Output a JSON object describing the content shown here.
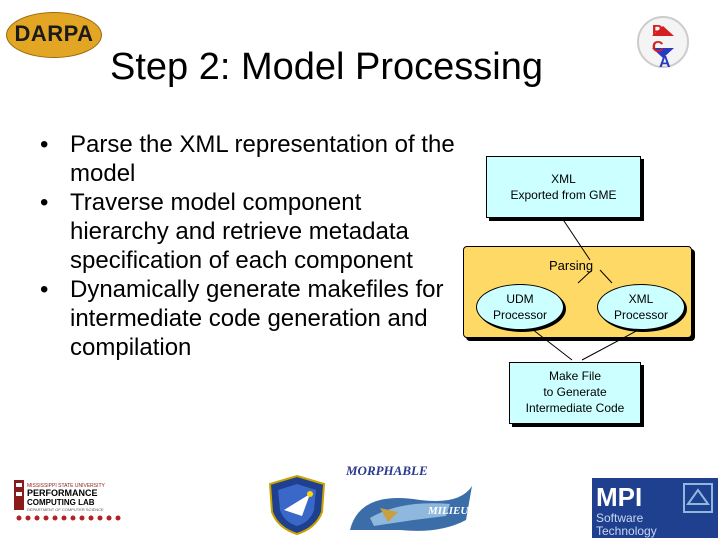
{
  "logos": {
    "darpa_text": "DARPA",
    "pca_letters": [
      "P",
      "C",
      "A"
    ],
    "hpc_lab_lines": [
      "MISSISSIPPI STATE UNIVERSITY",
      "PERFORMANCE",
      "COMPUTING LAB",
      "DEPARTMENT OF COMPUTER SCIENCE"
    ],
    "morphable_text": "MORPHABLE",
    "milieu_text": "MILIEU",
    "mpi_lines": [
      "MPI",
      "Software",
      "Technology"
    ]
  },
  "title": "Step 2: Model Processing",
  "bullets": [
    "Parse the XML representation of the model",
    "Traverse model component hierarchy and retrieve metadata specification of each component",
    "Dynamically generate makefiles for intermediate code generation and compilation"
  ],
  "bullet_symbol": "•",
  "diagram": {
    "xml_box": [
      "XML",
      "Exported from GME"
    ],
    "parsing_label": "Parsing",
    "udm": [
      "UDM",
      "Processor"
    ],
    "xml_processor": [
      "XML",
      "Processor"
    ],
    "make_box": [
      "Make File",
      "to Generate",
      "Intermediate Code"
    ]
  },
  "colors": {
    "box_fill": "#ccffff",
    "panel_fill": "#ffd966",
    "darpa_gold": "#e3a524"
  }
}
